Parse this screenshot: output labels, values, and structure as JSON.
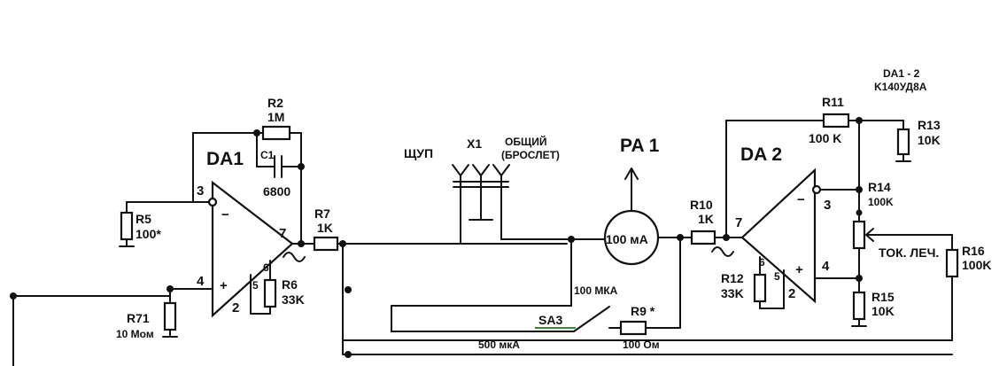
{
  "header": {
    "chip_line1": "DA1 - 2",
    "chip_line2": "K140УД8А"
  },
  "opamps": {
    "da1": {
      "name": "DA1",
      "pin_inv": "3",
      "pin_noninv": "4",
      "pin_out": "7",
      "pin_2": "2",
      "pin_5": "5",
      "pin_6": "6",
      "minus": "−",
      "plus": "+"
    },
    "da2": {
      "name": "DA 2",
      "pin_inv": "3",
      "pin_noninv": "4",
      "pin_out": "7",
      "pin_2": "2",
      "pin_5": "5",
      "pin_6": "6",
      "minus": "−",
      "plus": "+"
    }
  },
  "components": {
    "r2": {
      "name": "R2",
      "value": "1M"
    },
    "c1": {
      "name": "C1",
      "value": "6800"
    },
    "r5": {
      "name": "R5",
      "value": "100*"
    },
    "r6": {
      "name": "R6",
      "value": "33K"
    },
    "r7": {
      "name": "R7",
      "value": "1K"
    },
    "r71": {
      "name": "R71",
      "value": "10 Мом"
    },
    "r9": {
      "name": "R9 *",
      "value": "100 Ом"
    },
    "r10": {
      "name": "R10",
      "value": "1K"
    },
    "r11": {
      "name": "R11",
      "value": "100 K"
    },
    "r12": {
      "name": "R12",
      "value": "33K"
    },
    "r13": {
      "name": "R13",
      "value": "10K"
    },
    "r14": {
      "name": "R14",
      "value": "100K"
    },
    "r15": {
      "name": "R15",
      "value": "10K"
    },
    "r16": {
      "name": "R16",
      "value": "100K"
    }
  },
  "connector": {
    "name": "X1",
    "probe": "ЩУП",
    "common_line1": "ОБЩИЙ",
    "common_line2": "(БРОСЛЕТ)"
  },
  "meter": {
    "name": "PA 1",
    "scale": "100 мА"
  },
  "switch": {
    "name": "SA3",
    "pos1": "100 МКА",
    "pos2": "500 мкА"
  },
  "pot_label": "ТОК. ЛЕЧ."
}
